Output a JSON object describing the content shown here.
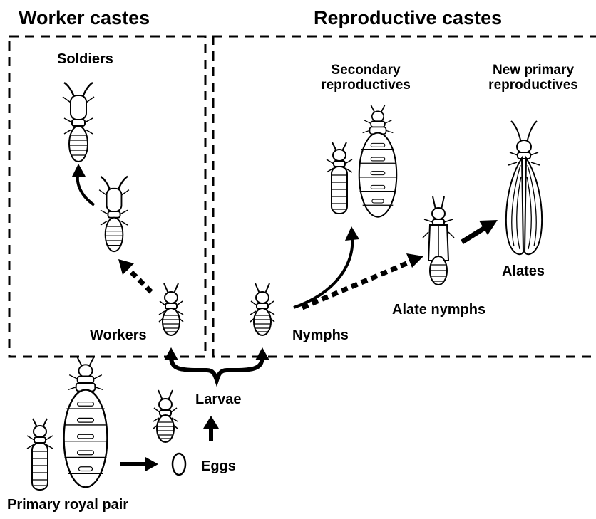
{
  "headings": {
    "worker_castes": "Worker castes",
    "reproductive_castes": "Reproductive castes"
  },
  "labels": {
    "soldiers": "Soldiers",
    "secondary_line1": "Secondary",
    "secondary_line2": "reproductives",
    "new_primary_line1": "New primary",
    "new_primary_line2": "reproductives",
    "alates": "Alates",
    "alate_nymphs": "Alate nymphs",
    "workers": "Workers",
    "nymphs": "Nymphs",
    "larvae": "Larvae",
    "eggs": "Eggs",
    "primary_royal_pair": "Primary royal pair"
  },
  "colors": {
    "ink": "#000000",
    "paper": "#ffffff"
  }
}
